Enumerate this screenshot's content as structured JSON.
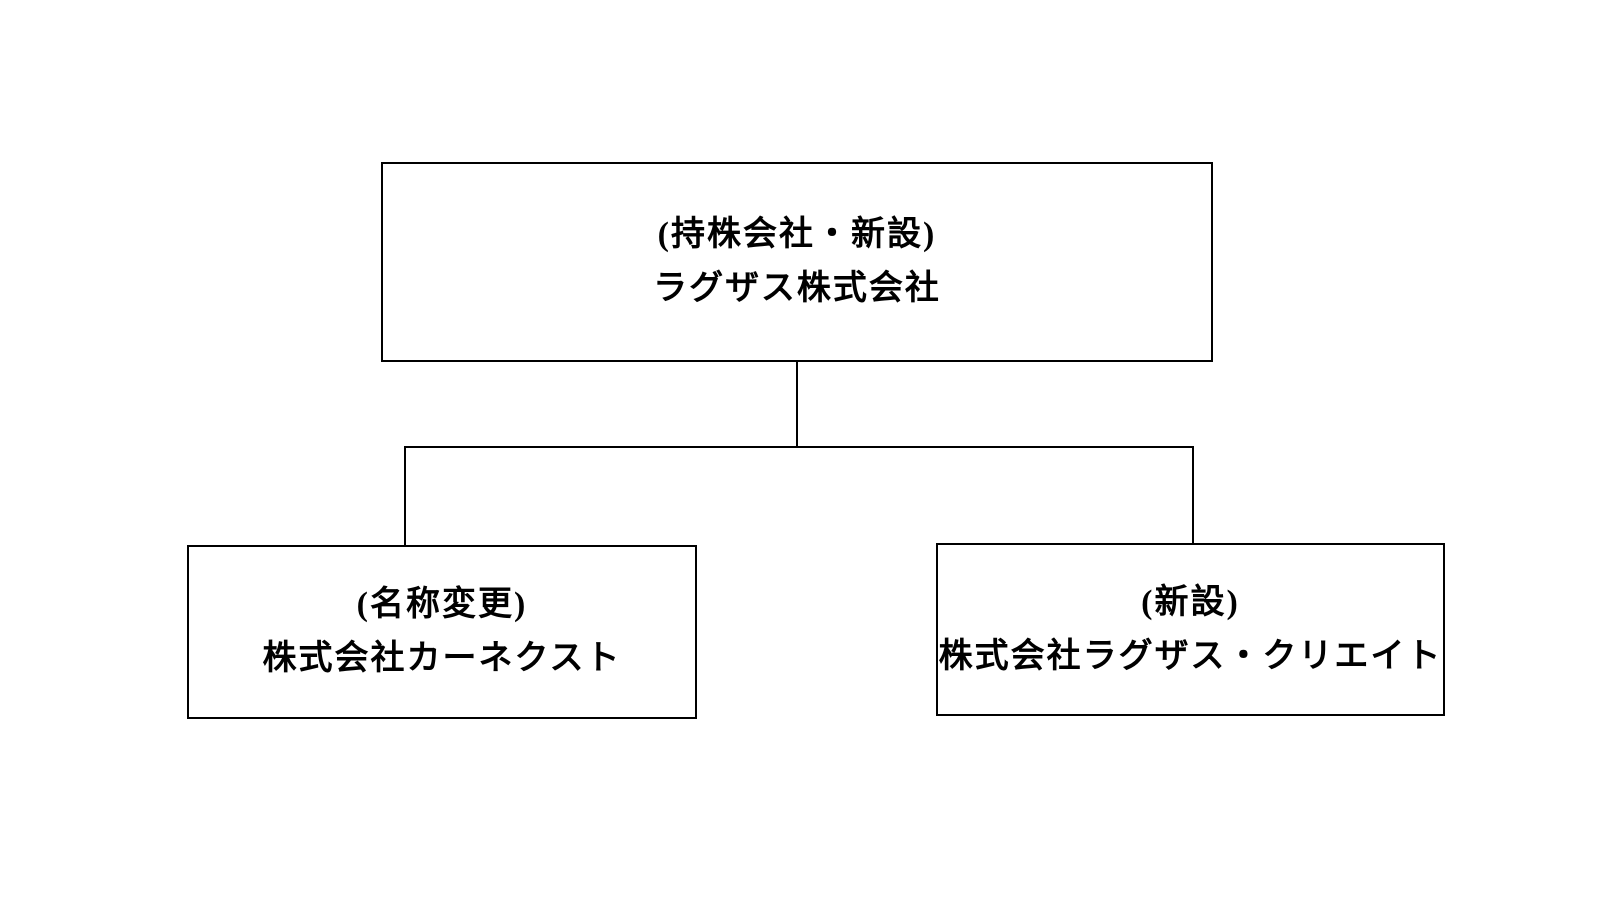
{
  "diagram": {
    "type": "org-chart",
    "background_color": "#ffffff",
    "line_color": "#000000",
    "text_color": "#000000",
    "nodes": {
      "parent": {
        "annotation": "(持株会社・新設)",
        "name": "ラグザス株式会社"
      },
      "child_left": {
        "annotation": "(名称変更)",
        "name": "株式会社カーネクスト"
      },
      "child_right": {
        "annotation": "(新設)",
        "name": "株式会社ラグザス・クリエイト"
      }
    },
    "edges": [
      {
        "from": "parent",
        "to": "child_left"
      },
      {
        "from": "parent",
        "to": "child_right"
      }
    ]
  }
}
